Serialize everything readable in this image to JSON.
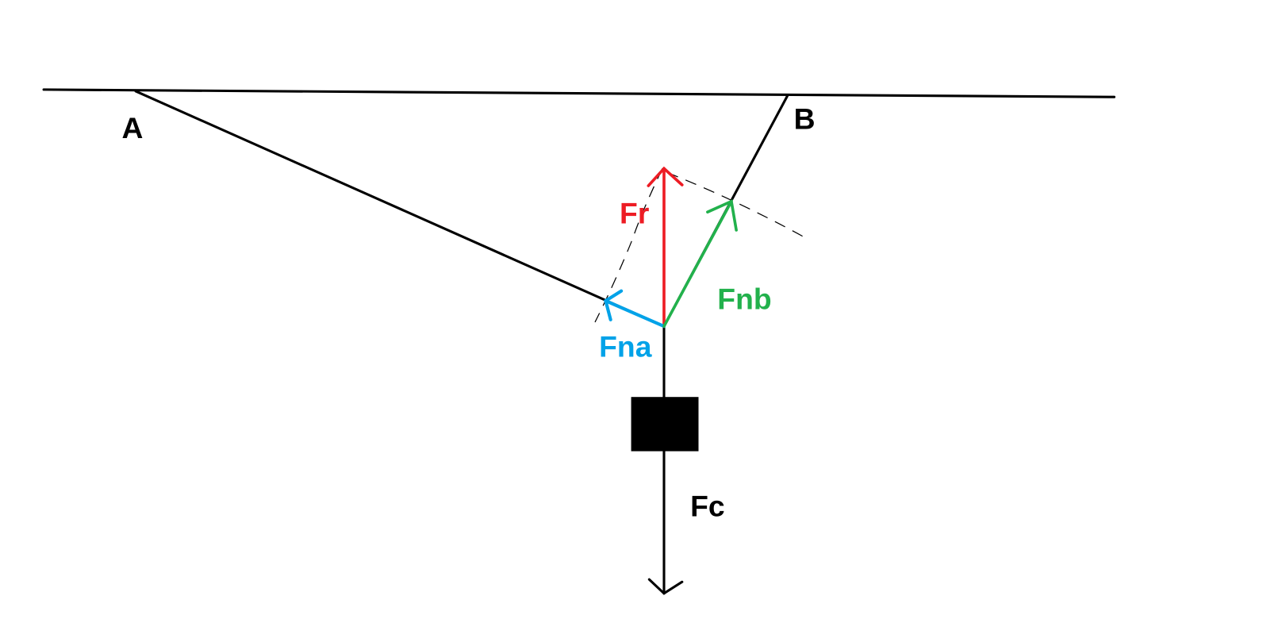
{
  "labels": {
    "point_a": "A",
    "point_b": "B",
    "resultant": "Fr",
    "force_rope_a": "Fna",
    "force_rope_b": "Fnb",
    "weight": "Fc"
  },
  "colors": {
    "structure": "#000000",
    "resultant": "#ed1c24",
    "force_rope_a": "#00a2e8",
    "force_rope_b": "#22b14c",
    "construction": "#000000"
  }
}
